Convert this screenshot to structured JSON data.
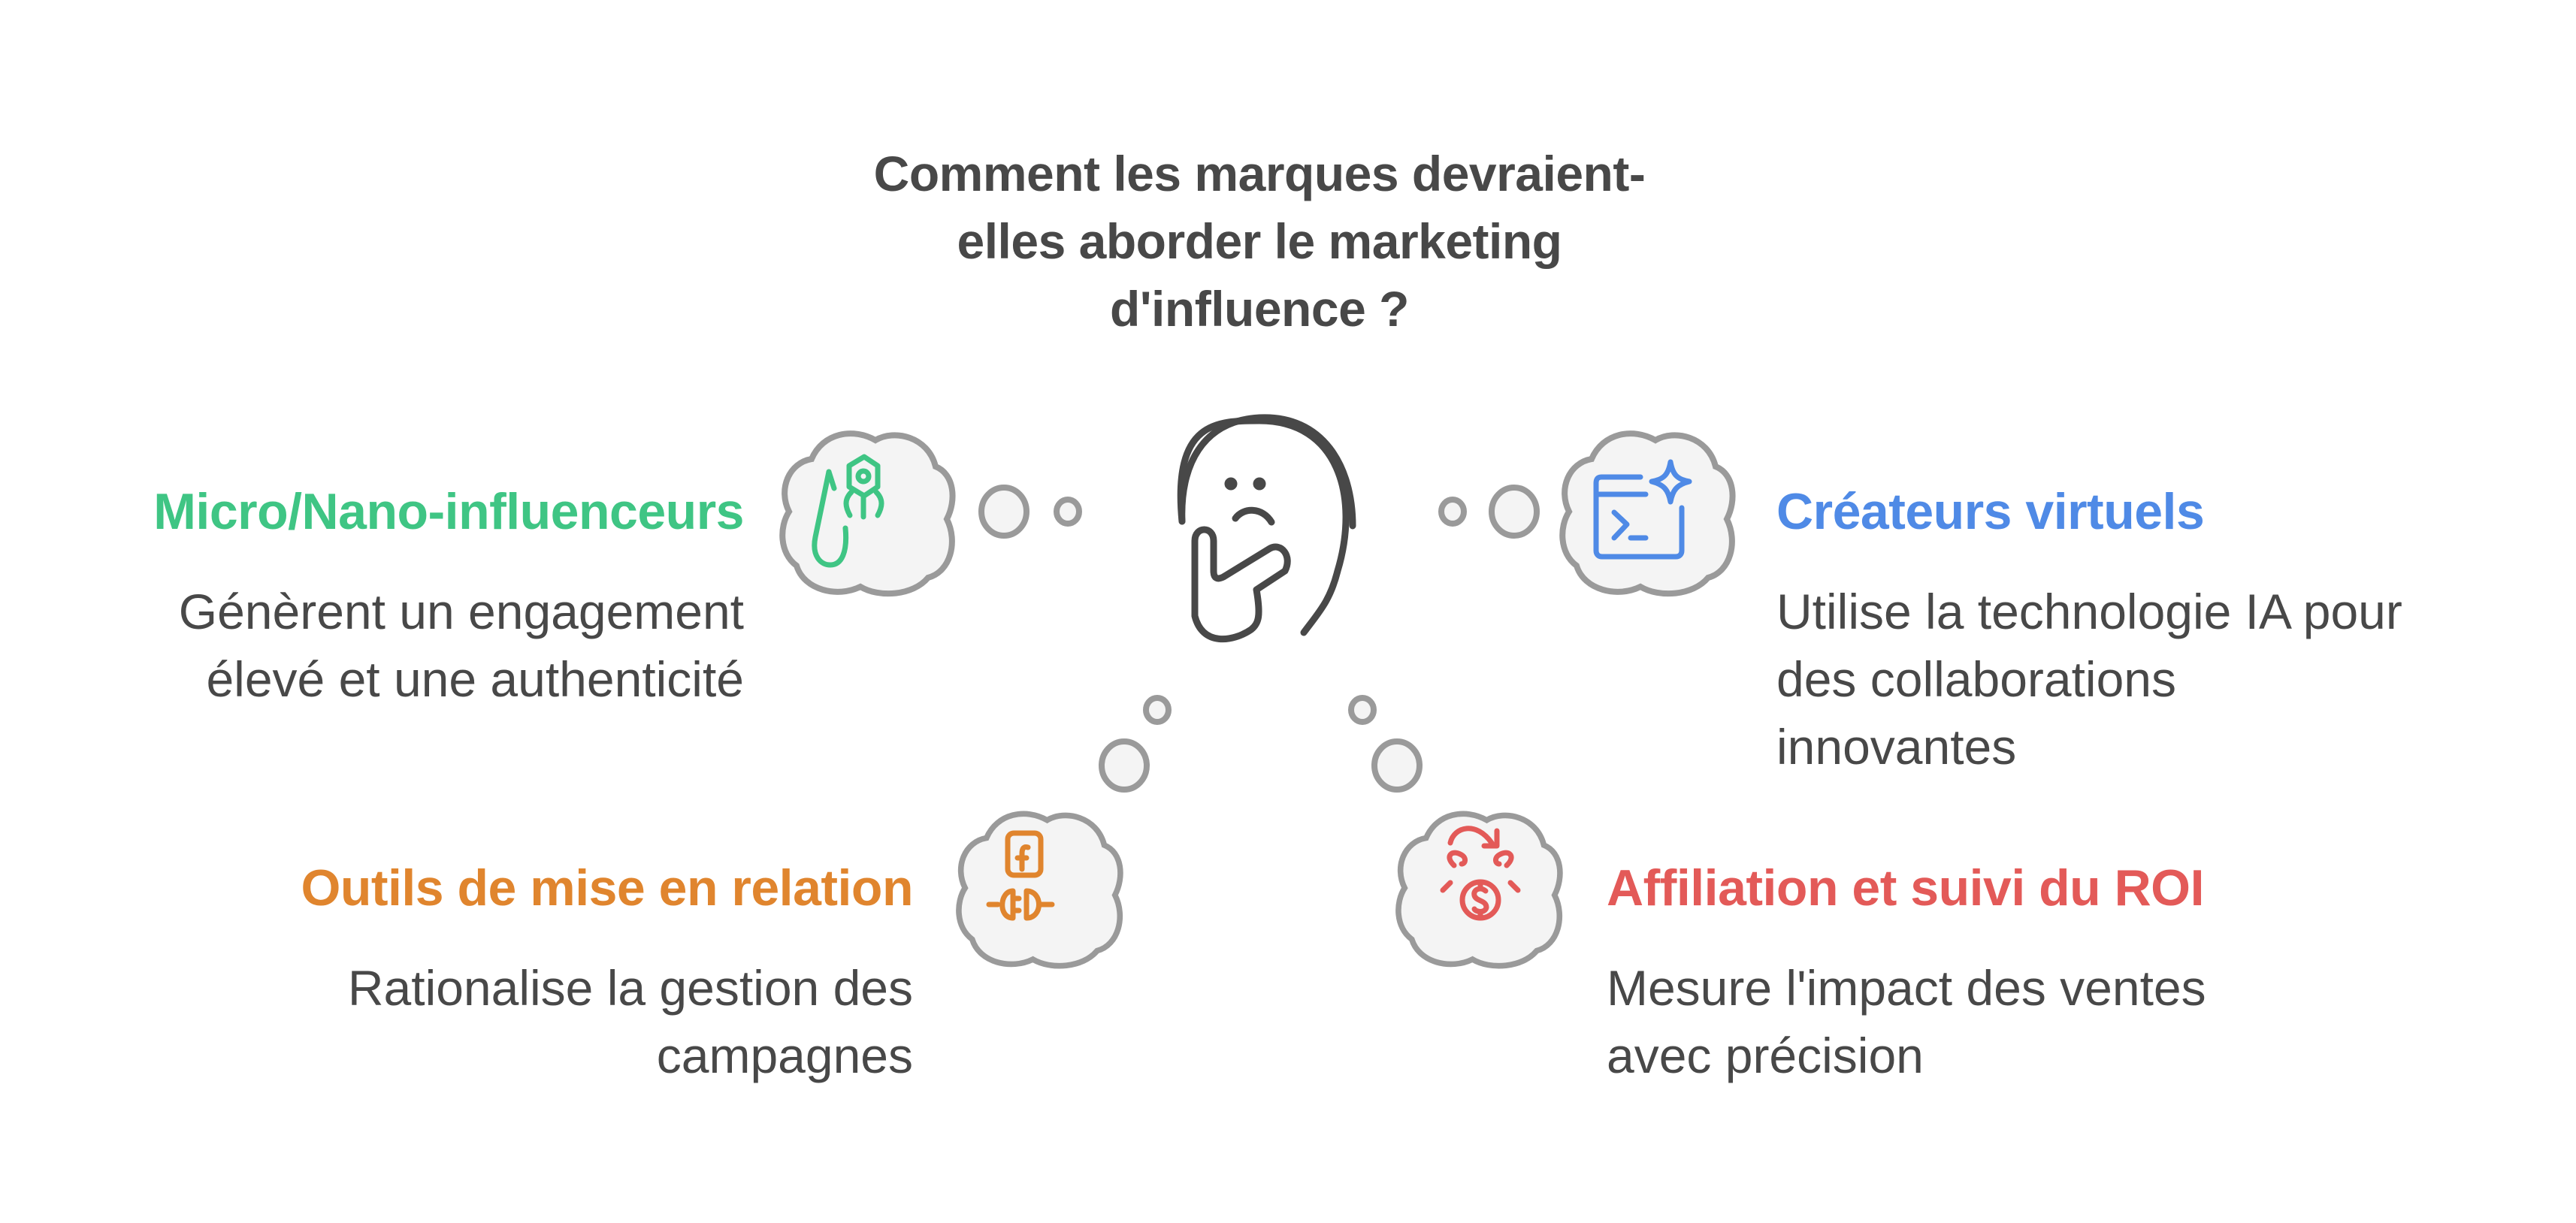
{
  "title": {
    "lines": [
      "Comment les marques devraient-",
      "elles aborder le marketing",
      "d'influence ?"
    ]
  },
  "central_icon": "thinking-face-icon",
  "colors": {
    "green": "#3fc584",
    "blue": "#4f8ae6",
    "orange": "#e0852e",
    "red": "#e35a58",
    "text": "#484848",
    "bubble_stroke": "#9a9a9a",
    "bubble_fill": "#f4f4f4"
  },
  "options": [
    {
      "id": "micro-nano",
      "heading": "Micro/Nano-influenceurs",
      "description_lines": [
        "Génèrent un engagement",
        "élevé et une authenticité"
      ],
      "icon": "fishing-hook-gear-icon",
      "color": "#3fc584"
    },
    {
      "id": "virtual-creators",
      "heading": "Créateurs virtuels",
      "description_lines": [
        "Utilise la technologie IA pour",
        "des collaborations",
        "innovantes"
      ],
      "icon": "terminal-sparkle-icon",
      "color": "#4f8ae6"
    },
    {
      "id": "matching-tools",
      "heading": "Outils de mise en relation",
      "description_lines": [
        "Rationalise la gestion des",
        "campagnes"
      ],
      "icon": "facebook-plug-icon",
      "color": "#e0852e"
    },
    {
      "id": "affiliate-roi",
      "heading": "Affiliation et suivi du ROI",
      "description_lines": [
        "Mesure l'impact des ventes",
        "avec précision"
      ],
      "icon": "money-cycle-icon",
      "color": "#e35a58"
    }
  ]
}
